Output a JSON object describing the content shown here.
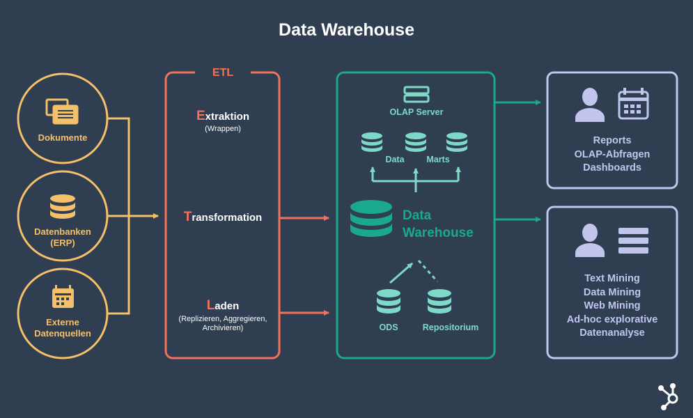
{
  "title": "Data Warehouse",
  "sources": {
    "dokumente": "Dokumente",
    "datenbanken_line1": "Datenbanken",
    "datenbanken_line2": "(ERP)",
    "externe_line1": "Externe",
    "externe_line2": "Datenquellen"
  },
  "etl": {
    "header": "ETL",
    "extraktion_first": "E",
    "extraktion_rest": "xtraktion",
    "extraktion_sub": "(Wrappen)",
    "transformation_first": "T",
    "transformation_rest": "ransformation",
    "laden_first": "L",
    "laden_rest": "aden",
    "laden_sub_line1": "(Replizieren, Aggregieren,",
    "laden_sub_line2": "Archivieren)"
  },
  "warehouse": {
    "olap_server": "OLAP Server",
    "data_label": "Data",
    "marts_label": "Marts",
    "dw_line1": "Data",
    "dw_line2": "Warehouse",
    "ods": "ODS",
    "repositorium": "Repositorium"
  },
  "outputs": {
    "reports": [
      "Reports",
      "OLAP-Abfragen",
      "Dashboards"
    ],
    "mining": [
      "Text Mining",
      "Data Mining",
      "Web Mining",
      "Ad-hoc explorative",
      "Datenanalyse"
    ]
  },
  "colors": {
    "background": "#2f3e50",
    "sources": "#f5c06a",
    "etl": "#f2735b",
    "warehouse": "#1aa98e",
    "warehouse_light": "#7fd9c8",
    "outputs": "#c2c6ef"
  },
  "icons": [
    "documents-icon",
    "database-icon",
    "calendar-icon",
    "server-icon",
    "user-icon",
    "list-icon",
    "hubspot-logo-icon"
  ]
}
